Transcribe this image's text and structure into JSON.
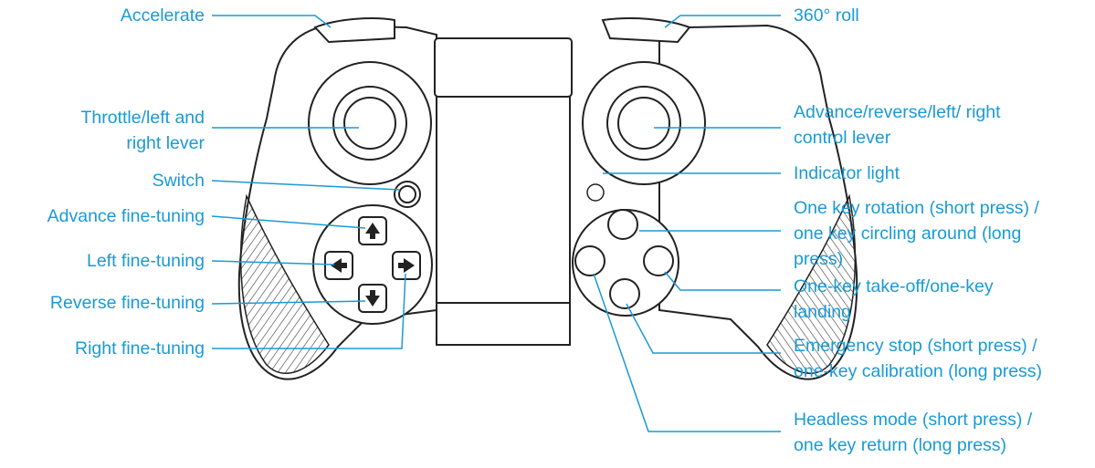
{
  "colors": {
    "label": "#1a9ad6",
    "leader": "#1a9ad6",
    "outline": "#222222",
    "texture": "#3a3a3a"
  },
  "labels": {
    "accelerate": "Accelerate",
    "throttle": [
      "Throttle/left and",
      "right lever"
    ],
    "switch": "Switch",
    "advance_fine": "Advance fine-tuning",
    "left_fine": "Left fine-tuning",
    "reverse_fine": "Reverse fine-tuning",
    "right_fine": "Right fine-tuning",
    "roll": "360° roll",
    "control_lever": [
      "Advance/reverse/left/ right",
      "control lever"
    ],
    "indicator": "Indicator light",
    "rotation": [
      "One key rotation (short press) /",
      "one key circling around (long",
      "press)"
    ],
    "takeoff": [
      "One-key take-off/one-key",
      "landing"
    ],
    "emergency": [
      "Emergency stop (short press) /",
      "one-key calibration (long press)"
    ],
    "headless": [
      "Headless mode (short press) /",
      "one key return (long press)"
    ]
  }
}
